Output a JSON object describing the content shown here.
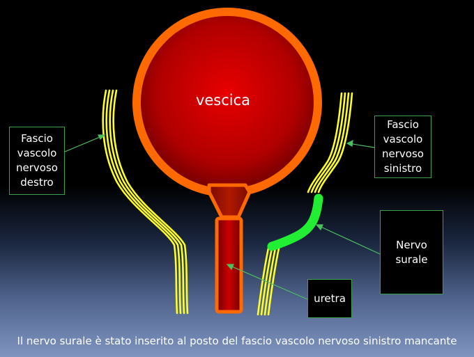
{
  "labels": {
    "bladder": "vescica",
    "right_bundle": "Fascio\nvascolo\nnervoso\ndestro",
    "left_bundle": "Fascio\nvascolo\nnervoso\nsinistro",
    "sural_nerve": "Nervo\nsurale",
    "urethra": "uretra"
  },
  "caption": "Il nervo surale è stato inserito al posto del fascio vascolo nervoso sinistro mancante",
  "colors": {
    "bladder_rim": "#ff6a00",
    "bladder_center": "#e30000",
    "bladder_edge": "#6e0000",
    "nerve_yellow": "#ffff20",
    "sural_green": "#22ee33",
    "label_border": "#3aa04a",
    "pointer_line": "#4cc060"
  }
}
